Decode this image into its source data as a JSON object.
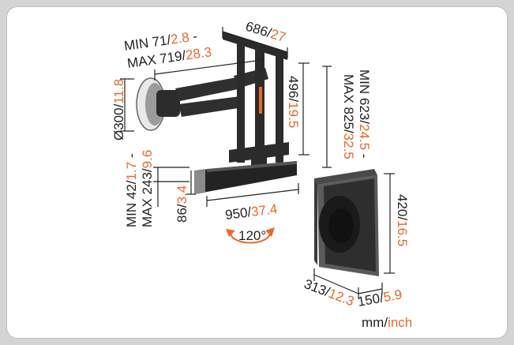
{
  "colors": {
    "accent": "#e8692a",
    "text": "#1f1f1f",
    "product": "#2a2a2a"
  },
  "dimensions": {
    "top_width": {
      "mm": "686",
      "inch": "27"
    },
    "arm_extension": {
      "min_mm": "MIN 71",
      "min_inch": "2.8",
      "max_mm": "MAX 719",
      "max_inch": "28.3"
    },
    "plate_diameter": {
      "mm": "Ø300",
      "inch": "11.8"
    },
    "bracket_height": {
      "mm": "496",
      "inch": "19.5"
    },
    "total_height": {
      "min_mm": "MIN 623",
      "min_inch": "24.5",
      "max_mm": "MAX 825",
      "max_inch": "32.5"
    },
    "bar_gap": {
      "min_mm": "MIN 42",
      "min_inch": "1.7",
      "max_mm": "MAX 243",
      "max_inch": "9.6"
    },
    "bar_height": {
      "mm": "86",
      "inch": "3.4"
    },
    "bar_width": {
      "mm": "950",
      "inch": "37.4"
    },
    "rotation": "120°",
    "sub_height": {
      "mm": "420",
      "inch": "16.5"
    },
    "sub_depth": {
      "mm": "313",
      "inch": "12.3"
    },
    "sub_width": {
      "mm": "150",
      "inch": "5.9"
    }
  },
  "units": {
    "mm": "mm",
    "inch": "inch"
  }
}
